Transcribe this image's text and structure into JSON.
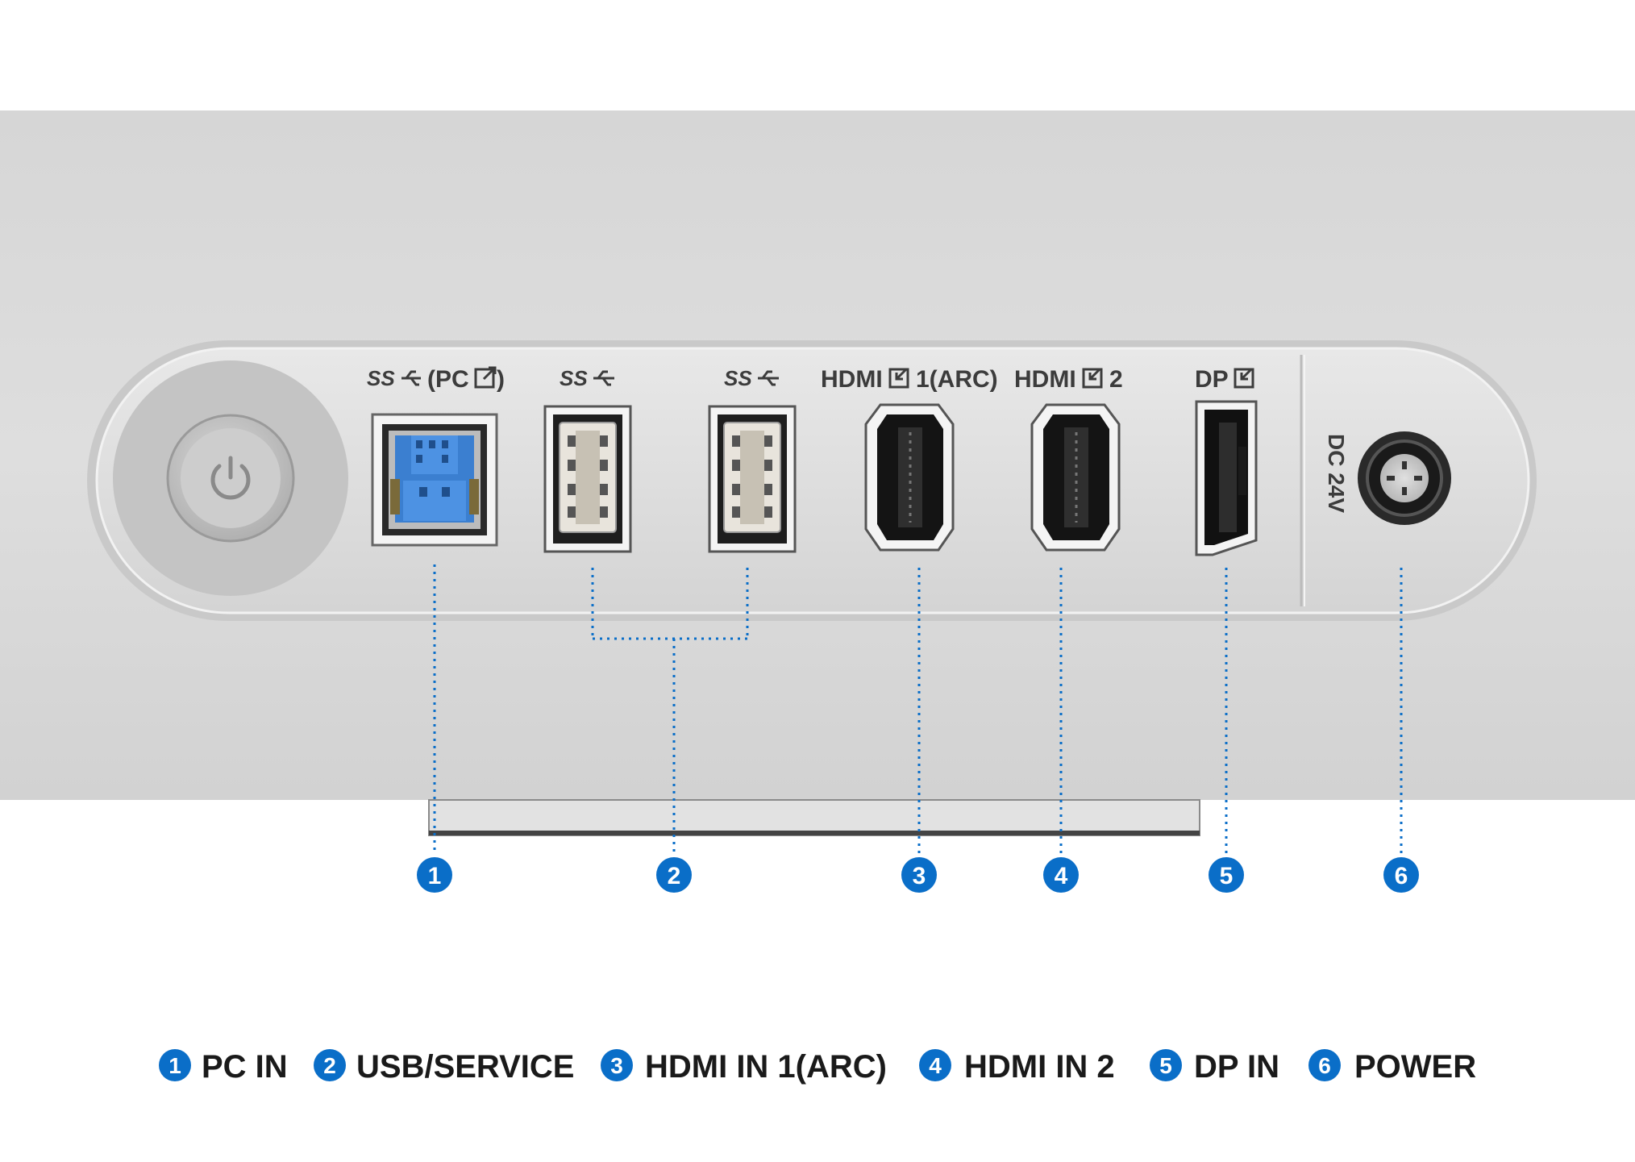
{
  "port_labels": {
    "usb_b": "(PC",
    "usb_a1": "",
    "usb_a2": "",
    "hdmi1": "HDMI",
    "hdmi1_suffix": "1(ARC)",
    "hdmi2": "HDMI",
    "hdmi2_suffix": "2",
    "dp": "DP",
    "dc": "DC 24V",
    "ss": "SS"
  },
  "callouts": [
    {
      "number": "1"
    },
    {
      "number": "2"
    },
    {
      "number": "3"
    },
    {
      "number": "4"
    },
    {
      "number": "5"
    },
    {
      "number": "6"
    }
  ],
  "legend": [
    {
      "number": "1",
      "label": "PC IN"
    },
    {
      "number": "2",
      "label": "USB/SERVICE"
    },
    {
      "number": "3",
      "label": "HDMI IN 1(ARC)"
    },
    {
      "number": "4",
      "label": "HDMI IN 2"
    },
    {
      "number": "5",
      "label": "DP IN"
    },
    {
      "number": "6",
      "label": "POWER"
    }
  ],
  "colors": {
    "accent": "#0a6ec8",
    "usb_b_blue": "#3b7fd0",
    "panel": "#d9d9d9"
  }
}
